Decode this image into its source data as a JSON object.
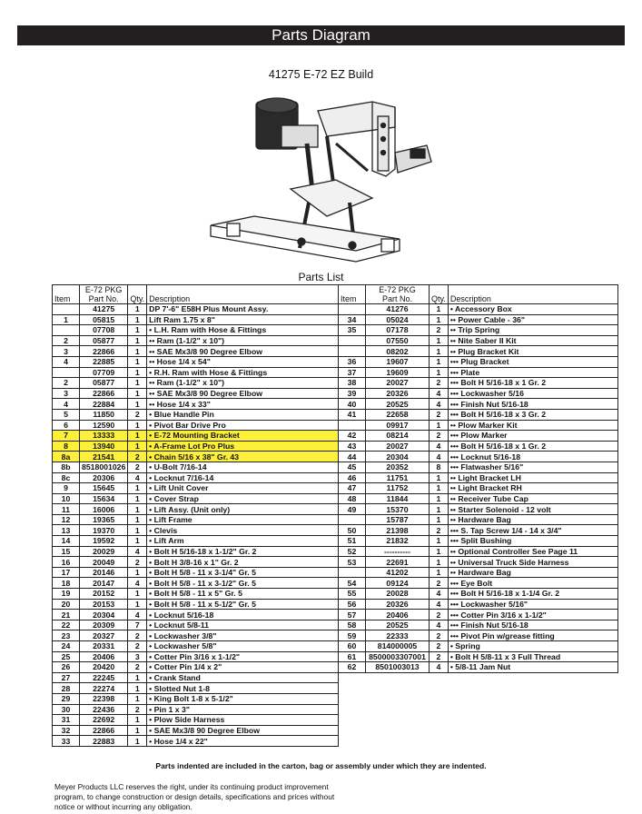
{
  "banner": "Parts Diagram",
  "subtitle": "41275 E-72 EZ Build",
  "parts_list_title": "Parts List",
  "headers": {
    "item": "Item",
    "pkg": "E-72 PKG",
    "partno": "Part No.",
    "qty": "Qty.",
    "desc": "Description"
  },
  "left_rows": [
    {
      "item": "",
      "part": "41275",
      "qty": "1",
      "desc": "DP 7'-6\" E58H Plus Mount Assy."
    },
    {
      "item": "1",
      "part": "05815",
      "qty": "1",
      "desc": "Lift Ram 1.75 x 8\""
    },
    {
      "item": "",
      "part": "07708",
      "qty": "1",
      "desc": "• L.H. Ram with Hose & Fittings"
    },
    {
      "item": "2",
      "part": "05877",
      "qty": "1",
      "desc": "•• Ram (1-1/2\" x 10\")"
    },
    {
      "item": "3",
      "part": "22866",
      "qty": "1",
      "desc": "•• SAE Mx3/8 90 Degree Elbow"
    },
    {
      "item": "4",
      "part": "22885",
      "qty": "1",
      "desc": "•• Hose 1/4 x 54\""
    },
    {
      "item": "",
      "part": "07709",
      "qty": "1",
      "desc": "• R.H. Ram with Hose & Fittings"
    },
    {
      "item": "2",
      "part": "05877",
      "qty": "1",
      "desc": "•• Ram (1-1/2\" x 10\")"
    },
    {
      "item": "3",
      "part": "22866",
      "qty": "1",
      "desc": "•• SAE Mx3/8 90 Degree Elbow"
    },
    {
      "item": "4",
      "part": "22884",
      "qty": "1",
      "desc": "•• Hose 1/4 x 33\""
    },
    {
      "item": "5",
      "part": "11850",
      "qty": "2",
      "desc": "• Blue Handle Pin"
    },
    {
      "item": "6",
      "part": "12590",
      "qty": "1",
      "desc": "• Pivot Bar Drive Pro"
    },
    {
      "item": "7",
      "part": "13333",
      "qty": "1",
      "desc": "• E-72 Mounting Bracket",
      "hl": true
    },
    {
      "item": "8",
      "part": "13940",
      "qty": "1",
      "desc": "• A-Frame Lot Pro Plus",
      "hl": true
    },
    {
      "item": "8a",
      "part": "21541",
      "qty": "2",
      "desc": "• Chain 5/16 x 38\" Gr. 43",
      "hl": true
    },
    {
      "item": "8b",
      "part": "8518001026",
      "qty": "2",
      "desc": "• U-Bolt 7/16-14"
    },
    {
      "item": "8c",
      "part": "20306",
      "qty": "4",
      "desc": "• Locknut 7/16-14"
    },
    {
      "item": "9",
      "part": "15645",
      "qty": "1",
      "desc": "• Lift Unit Cover"
    },
    {
      "item": "10",
      "part": "15634",
      "qty": "1",
      "desc": "• Cover Strap"
    },
    {
      "item": "11",
      "part": "16006",
      "qty": "1",
      "desc": "• Lift Assy. (Unit only)"
    },
    {
      "item": "12",
      "part": "19365",
      "qty": "1",
      "desc": "• Lift Frame"
    },
    {
      "item": "13",
      "part": "19370",
      "qty": "1",
      "desc": "• Clevis"
    },
    {
      "item": "14",
      "part": "19592",
      "qty": "1",
      "desc": "• Lift Arm"
    },
    {
      "item": "15",
      "part": "20029",
      "qty": "4",
      "desc": "• Bolt H 5/16-18 x 1-1/2\" Gr. 2"
    },
    {
      "item": "16",
      "part": "20049",
      "qty": "2",
      "desc": "• Bolt H 3/8-16 x 1\" Gr. 2"
    },
    {
      "item": "17",
      "part": "20146",
      "qty": "1",
      "desc": "• Bolt H 5/8 - 11 x 3-1/4\" Gr. 5"
    },
    {
      "item": "18",
      "part": "20147",
      "qty": "4",
      "desc": "• Bolt H 5/8 - 11 x 3-1/2\" Gr. 5"
    },
    {
      "item": "19",
      "part": "20152",
      "qty": "1",
      "desc": "• Bolt H 5/8 - 11 x 5\" Gr. 5"
    },
    {
      "item": "20",
      "part": "20153",
      "qty": "1",
      "desc": "• Bolt H 5/8 - 11 x 5-1/2\" Gr. 5"
    },
    {
      "item": "21",
      "part": "20304",
      "qty": "4",
      "desc": "• Locknut 5/16-18"
    },
    {
      "item": "22",
      "part": "20309",
      "qty": "7",
      "desc": "• Locknut 5/8-11"
    },
    {
      "item": "23",
      "part": "20327",
      "qty": "2",
      "desc": "• Lockwasher 3/8\""
    },
    {
      "item": "24",
      "part": "20331",
      "qty": "2",
      "desc": "• Lockwasher 5/8\""
    },
    {
      "item": "25",
      "part": "20406",
      "qty": "3",
      "desc": "• Cotter Pin 3/16 x 1-1/2\""
    },
    {
      "item": "26",
      "part": "20420",
      "qty": "2",
      "desc": "• Cotter Pin 1/4 x 2\""
    },
    {
      "item": "27",
      "part": "22245",
      "qty": "1",
      "desc": "• Crank Stand"
    },
    {
      "item": "28",
      "part": "22274",
      "qty": "1",
      "desc": "• Slotted Nut 1-8"
    },
    {
      "item": "29",
      "part": "22398",
      "qty": "1",
      "desc": "• King Bolt 1-8 x 5-1/2\""
    },
    {
      "item": "30",
      "part": "22436",
      "qty": "2",
      "desc": "• Pin 1 x 3\""
    },
    {
      "item": "31",
      "part": "22692",
      "qty": "1",
      "desc": "• Plow Side Harness"
    },
    {
      "item": "32",
      "part": "22866",
      "qty": "1",
      "desc": "• SAE Mx3/8 90 Degree Elbow"
    },
    {
      "item": "33",
      "part": "22883",
      "qty": "1",
      "desc": "• Hose 1/4 x 22\""
    }
  ],
  "right_rows": [
    {
      "item": "",
      "part": "41276",
      "qty": "1",
      "desc": "• Accessory Box"
    },
    {
      "item": "34",
      "part": "05024",
      "qty": "1",
      "desc": "•• Power Cable - 36\""
    },
    {
      "item": "35",
      "part": "07178",
      "qty": "2",
      "desc": "•• Trip Spring"
    },
    {
      "item": "",
      "part": "07550",
      "qty": "1",
      "desc": "•• Nite Saber II Kit"
    },
    {
      "item": "",
      "part": "08202",
      "qty": "1",
      "desc": "•• Plug Bracket Kit"
    },
    {
      "item": "36",
      "part": "19607",
      "qty": "1",
      "desc": "••• Plug Bracket"
    },
    {
      "item": "37",
      "part": "19609",
      "qty": "1",
      "desc": "••• Plate"
    },
    {
      "item": "38",
      "part": "20027",
      "qty": "2",
      "desc": "••• Bolt H 5/16-18 x 1 Gr. 2"
    },
    {
      "item": "39",
      "part": "20326",
      "qty": "4",
      "desc": "••• Lockwasher 5/16"
    },
    {
      "item": "40",
      "part": "20525",
      "qty": "4",
      "desc": "••• Finish Nut 5/16-18"
    },
    {
      "item": "41",
      "part": "22658",
      "qty": "2",
      "desc": "••• Bolt H 5/16-18 x 3 Gr. 2"
    },
    {
      "item": "",
      "part": "09917",
      "qty": "1",
      "desc": "•• Plow Marker Kit"
    },
    {
      "item": "42",
      "part": "08214",
      "qty": "2",
      "desc": "••• Plow Marker"
    },
    {
      "item": "43",
      "part": "20027",
      "qty": "4",
      "desc": "••• Bolt H 5/16-18 x 1 Gr. 2"
    },
    {
      "item": "44",
      "part": "20304",
      "qty": "4",
      "desc": "••• Locknut 5/16-18"
    },
    {
      "item": "45",
      "part": "20352",
      "qty": "8",
      "desc": "••• Flatwasher 5/16\""
    },
    {
      "item": "46",
      "part": "11751",
      "qty": "1",
      "desc": "•• Light Bracket LH"
    },
    {
      "item": "47",
      "part": "11752",
      "qty": "1",
      "desc": "•• Light Bracket RH"
    },
    {
      "item": "48",
      "part": "11844",
      "qty": "1",
      "desc": "•• Receiver Tube Cap"
    },
    {
      "item": "49",
      "part": "15370",
      "qty": "1",
      "desc": "•• Starter Solenoid - 12 volt"
    },
    {
      "item": "",
      "part": "15787",
      "qty": "1",
      "desc": "•• Hardware Bag"
    },
    {
      "item": "50",
      "part": "21398",
      "qty": "2",
      "desc": "••• S. Tap Screw 1/4 - 14 x 3/4\""
    },
    {
      "item": "51",
      "part": "21832",
      "qty": "1",
      "desc": "••• Split Bushing"
    },
    {
      "item": "52",
      "part": "----------",
      "qty": "1",
      "desc": "•• Optional Controller See Page 11"
    },
    {
      "item": "53",
      "part": "22691",
      "qty": "1",
      "desc": "•• Universal Truck Side Harness"
    },
    {
      "item": "",
      "part": "41202",
      "qty": "1",
      "desc": "•• Hardware Bag"
    },
    {
      "item": "54",
      "part": "09124",
      "qty": "2",
      "desc": "••• Eye Bolt"
    },
    {
      "item": "55",
      "part": "20028",
      "qty": "4",
      "desc": "••• Bolt H 5/16-18 x 1-1/4 Gr. 2"
    },
    {
      "item": "56",
      "part": "20326",
      "qty": "4",
      "desc": "••• Lockwasher 5/16\""
    },
    {
      "item": "57",
      "part": "20406",
      "qty": "2",
      "desc": "••• Cotter Pin 3/16 x 1-1/2\""
    },
    {
      "item": "58",
      "part": "20525",
      "qty": "4",
      "desc": "••• Finish Nut 5/16-18"
    },
    {
      "item": "59",
      "part": "22333",
      "qty": "2",
      "desc": "••• Pivot Pin w/grease fitting"
    },
    {
      "item": "60",
      "part": "814000005",
      "qty": "2",
      "desc": "• Spring"
    },
    {
      "item": "61",
      "part": "8500003307001",
      "qty": "2",
      "desc": "• Bolt H 5/8-11 x 3 Full Thread"
    },
    {
      "item": "62",
      "part": "8501003013",
      "qty": "4",
      "desc": "• 5/8-11 Jam Nut"
    }
  ],
  "note": "Parts indented are included in the carton, bag or assembly under which they are indented.",
  "legal": [
    "Meyer Products LLC reserves the right, under its continuing product improvement",
    "program, to change construction or design details, specifications and prices without",
    "notice or without incurring any obligation."
  ],
  "colors": {
    "banner_bg": "#231f20",
    "highlight": "#fdf03a"
  }
}
